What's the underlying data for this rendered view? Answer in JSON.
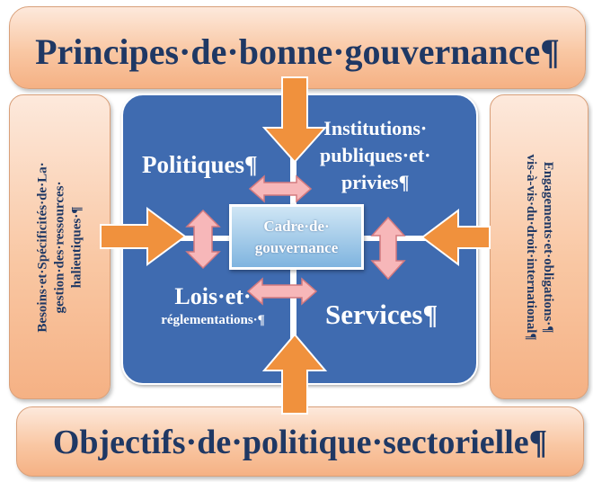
{
  "top_banner": {
    "title": "Principes·de·bonne·gouvernance¶"
  },
  "bottom_banner": {
    "title": "Objectifs·de·politique·sectorielle¶"
  },
  "left_panel": {
    "lines": [
      "Besoins·et·Spécificités·de·La·",
      "gestion·des·ressources·",
      "halieutiques·¶"
    ]
  },
  "right_panel": {
    "lines": [
      "Engagements·et·obligations·¶",
      "vis-à-vis·du·droit·international¶"
    ]
  },
  "quadrants": {
    "politiques": "Politiques¶",
    "institutions": [
      "Institutions·",
      "publiques·et·",
      "privies¶"
    ],
    "lois_big": "Lois·et·",
    "lois_small": "réglementations·¶",
    "services": "Services¶"
  },
  "center": {
    "lines": [
      "Cadre·de·",
      "gouvernance"
    ]
  },
  "colors": {
    "orange_arrow": "#f0913d",
    "pink_arrow": "#f7b7b9",
    "quadrant_blue": "#3f6bb0",
    "text_navy": "#1f3864"
  }
}
